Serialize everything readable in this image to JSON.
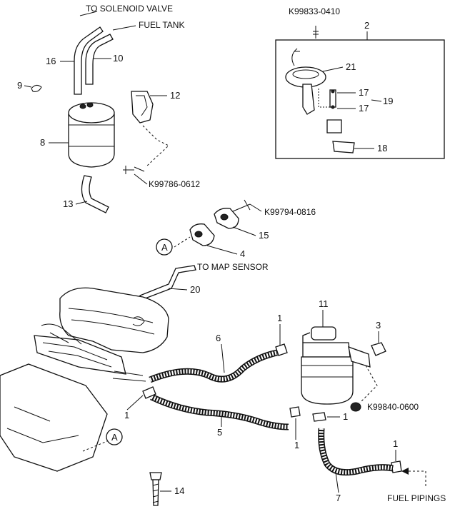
{
  "notes": {
    "to_solenoid": "TO SOLENOID VALVE",
    "fuel_tank": "FUEL TANK",
    "to_map_sensor": "TO MAP SENSOR",
    "fuel_pipings": "FUEL PIPINGS"
  },
  "codes": {
    "k0410": "K99833-0410",
    "k0612": "K99786-0612",
    "k0816": "K99794-0816",
    "k0600": "K99840-0600"
  },
  "callouts": {
    "c1a": "1",
    "c1b": "1",
    "c1c": "1",
    "c1d": "1",
    "c1e": "1",
    "c2": "2",
    "c3": "3",
    "c4": "4",
    "c5": "5",
    "c6": "6",
    "c7": "7",
    "c8": "8",
    "c9": "9",
    "c10": "10",
    "c11": "11",
    "c12": "12",
    "c13": "13",
    "c14": "14",
    "c15": "15",
    "c16": "16",
    "c17a": "17",
    "c17b": "17",
    "c18": "18",
    "c19": "19",
    "c20": "20",
    "c21": "21",
    "refA1": "A",
    "refA2": "A"
  }
}
